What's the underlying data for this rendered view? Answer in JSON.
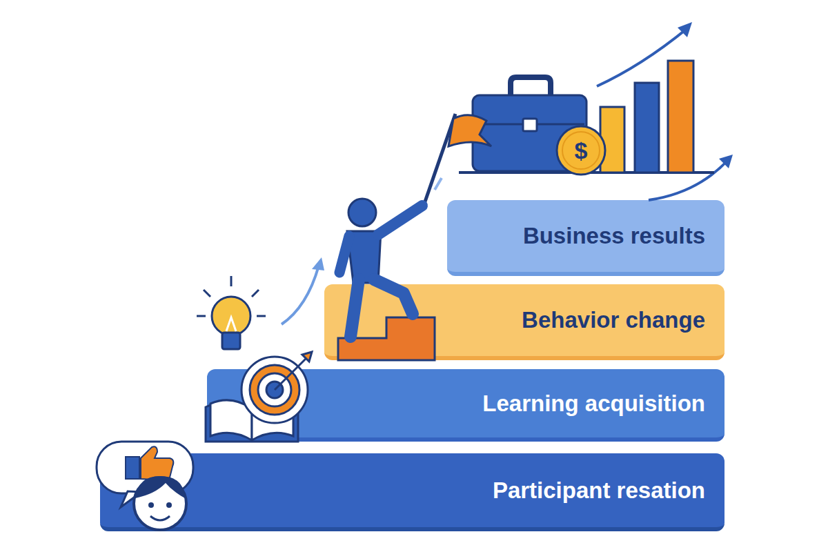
{
  "diagram": {
    "nodes": [
      {
        "text": [
          "Business results"
        ]
      },
      {
        "text": [
          "Behavior change"
        ]
      },
      {
        "text": [
          "Learning acquisition"
        ]
      },
      {
        "text": [
          "Participant resation"
        ]
      }
    ],
    "labels": [
      "$"
    ]
  }
}
